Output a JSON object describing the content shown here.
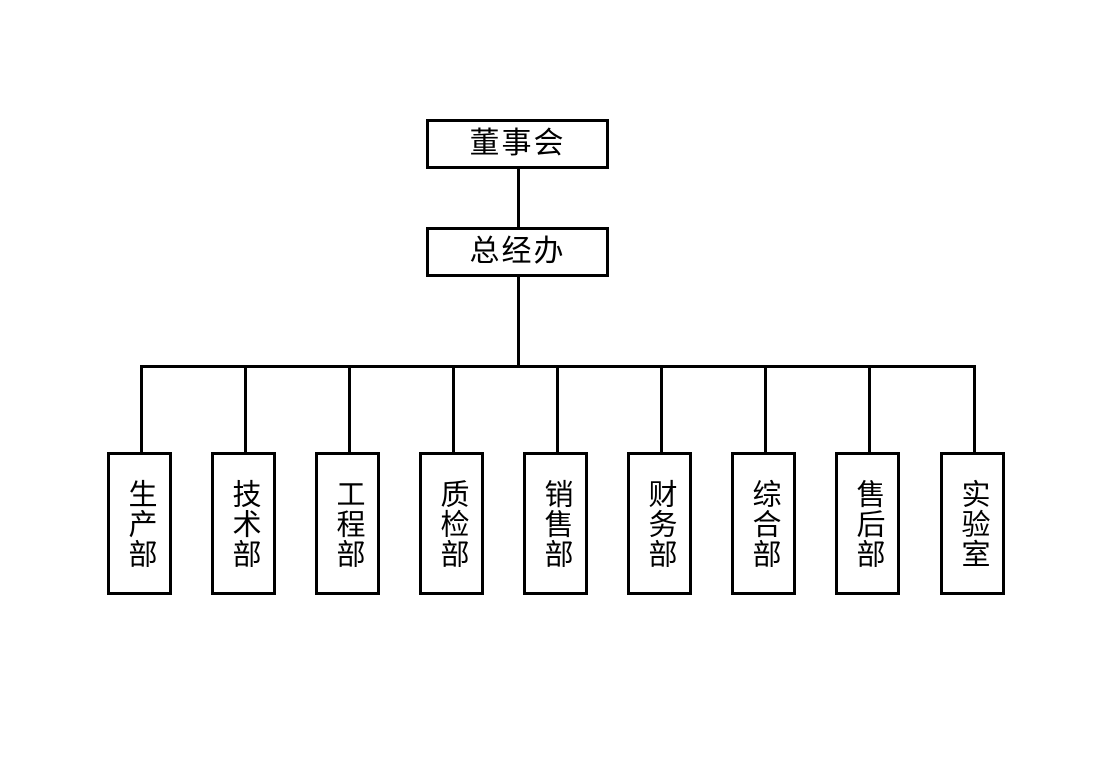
{
  "diagram": {
    "title_text": "",
    "colors": {
      "background": "#ffffff",
      "stroke": "#000000",
      "text": "#000000",
      "box_fill": "#ffffff"
    },
    "top_nodes": [
      {
        "id": "board",
        "label": "董事会"
      },
      {
        "id": "gm-office",
        "label": "总经办"
      }
    ],
    "departments": [
      {
        "id": "production",
        "label": "生产部"
      },
      {
        "id": "technology",
        "label": "技术部"
      },
      {
        "id": "engineering",
        "label": "工程部"
      },
      {
        "id": "quality",
        "label": "质检部"
      },
      {
        "id": "sales",
        "label": "销售部"
      },
      {
        "id": "finance",
        "label": "财务部"
      },
      {
        "id": "general",
        "label": "综合部"
      },
      {
        "id": "after-sales",
        "label": "售后部"
      },
      {
        "id": "laboratory",
        "label": "实验室"
      }
    ]
  }
}
